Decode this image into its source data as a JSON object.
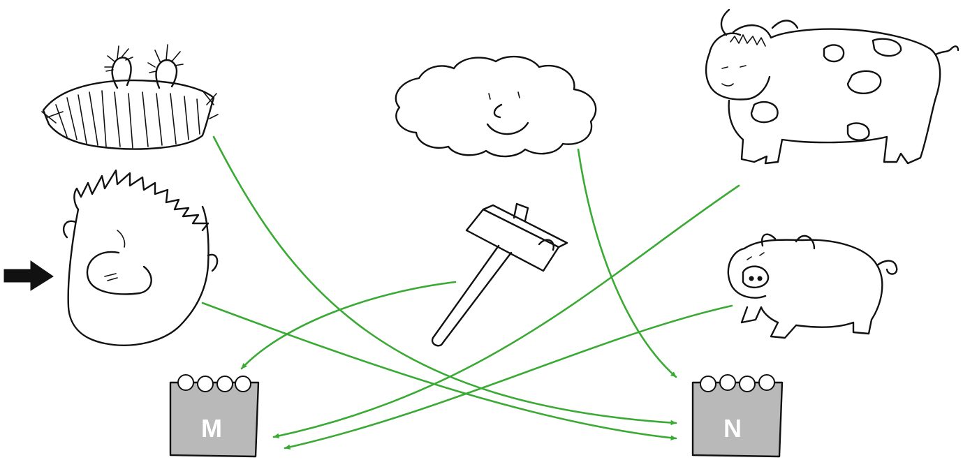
{
  "cards": {
    "m_label": "M",
    "n_label": "N"
  },
  "pictures": [
    "bird-nest",
    "face",
    "cloud",
    "hammer",
    "cow",
    "pig"
  ],
  "colors": {
    "line": "#3aaa35",
    "card": "#b9b9b9",
    "ink": "#111111"
  }
}
